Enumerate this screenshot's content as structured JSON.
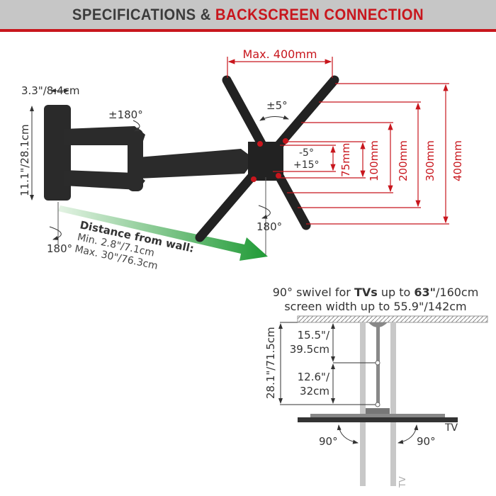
{
  "header": {
    "title_part1": "SPECIFICATIONS &",
    "title_part2": "BACKSCREEN CONNECTION"
  },
  "colors": {
    "accent": "#c8161d",
    "arrow_green": "#2e9e3e",
    "header_bg": "#c6c6c6"
  },
  "mount": {
    "wall_plate_width": "3.3\"/8.4cm",
    "wall_plate_height": "11.1\"/28.1cm",
    "arm_swivel": "±180°",
    "wall_swivel": "180°",
    "plate_rotation": "±5°",
    "tilt_top": "-5°",
    "tilt_bottom": "+15°",
    "head_swivel": "180°",
    "vesa_max": "Max. 400mm",
    "vesa_heights": [
      "75mm",
      "100mm",
      "200mm",
      "300mm",
      "400mm"
    ]
  },
  "distance": {
    "title": "Distance from wall:",
    "min": "Min. 2.8\"/7.1cm",
    "max": "Max. 30\"/76.3cm"
  },
  "swivel": {
    "line1_pre": "90° swivel for ",
    "line1_bold1": "TVs",
    "line1_mid": " up to ",
    "line1_bold2": "63\"",
    "line1_post": "/160cm",
    "line2": "screen width up to 55.9\"/142cm",
    "total_depth": "28.1\"/71.5cm",
    "upper_arm_a": "15.5\"/",
    "upper_arm_b": "39.5cm",
    "lower_arm_a": "12.6\"/",
    "lower_arm_b": "32cm",
    "angle_left": "90°",
    "angle_right": "90°",
    "tv_label": "TV",
    "tv_label_rotated": "TV"
  }
}
